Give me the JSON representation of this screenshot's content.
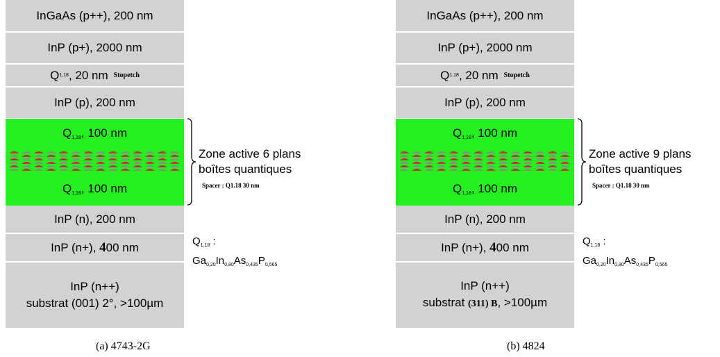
{
  "diagrams": [
    {
      "layers": {
        "ingaas": "InGaAs (p++), 200 nm",
        "inp_p_plus": "InP (p+), 2000 nm",
        "q_stopetch_q": "Q",
        "q_stopetch_sub": "1,18",
        "q_stopetch_rest": ", 20 nm",
        "stopetch": "Stopetch",
        "inp_p": "InP (p), 200 nm",
        "active_top_q": "Q",
        "active_top_sub": "1,18",
        "active_top_rest": ", 100 nm",
        "active_bot_q": "Q",
        "active_bot_sub": "1,18",
        "active_bot_rest": ", 100 nm",
        "inp_n": "InP (n), 200 nm",
        "inp_n_plus_a": "InP (n+), ",
        "inp_n_plus_4": "4",
        "inp_n_plus_b": "00 nm",
        "substrate_line1": "InP (n++)",
        "substrate_line2_a": "substrat ",
        "substrate_line2_b": "(001) 2°, >100µm",
        "substrate_line2_serif": ""
      },
      "zone_line1": "Zone active 6 plans",
      "zone_line2": "boîtes quantiques",
      "spacer_note": "Spacer : Q1.18     30 nm",
      "dot_rows": 6,
      "caption": "(a) 4743-2G"
    },
    {
      "layers": {
        "ingaas": "InGaAs (p++), 200 nm",
        "inp_p_plus": "InP (p+), 2000 nm",
        "q_stopetch_q": "Q",
        "q_stopetch_sub": "1,18",
        "q_stopetch_rest": ", 20 nm",
        "stopetch": "Stopetch",
        "inp_p": "InP (p), 200 nm",
        "active_top_q": "Q",
        "active_top_sub": "1,18",
        "active_top_rest": ", 100 nm",
        "active_bot_q": "Q",
        "active_bot_sub": "1,18",
        "active_bot_rest": ", 100 nm",
        "inp_n": "InP (n), 200 nm",
        "inp_n_plus_a": "InP (n+), ",
        "inp_n_plus_4": "4",
        "inp_n_plus_b": "00 nm",
        "substrate_line1": "InP (n++)",
        "substrate_line2_a": "substrat ",
        "substrate_line2_b": ", >100µm",
        "substrate_line2_serif": "(311) B"
      },
      "zone_line1": "Zone active 9 plans",
      "zone_line2": "boîtes quantiques",
      "spacer_note": "Spacer : Q1.18     30 nm",
      "dot_rows": 6,
      "caption": "(b) 4824"
    }
  ],
  "formula": {
    "q": "Q",
    "q_sub": "1,18",
    "colon": " :",
    "ga": "Ga",
    "ga_sub": "0,20",
    "in": "In",
    "in_sub": "0,80",
    "as": "As",
    "as_sub": "0,435",
    "p": "P",
    "p_sub": "0,565"
  },
  "colors": {
    "layer_gray": "#d2d2d2",
    "active_green": "#23f01e",
    "dot_red": "#c8283c",
    "dot_gray": "#8c8c8c"
  }
}
